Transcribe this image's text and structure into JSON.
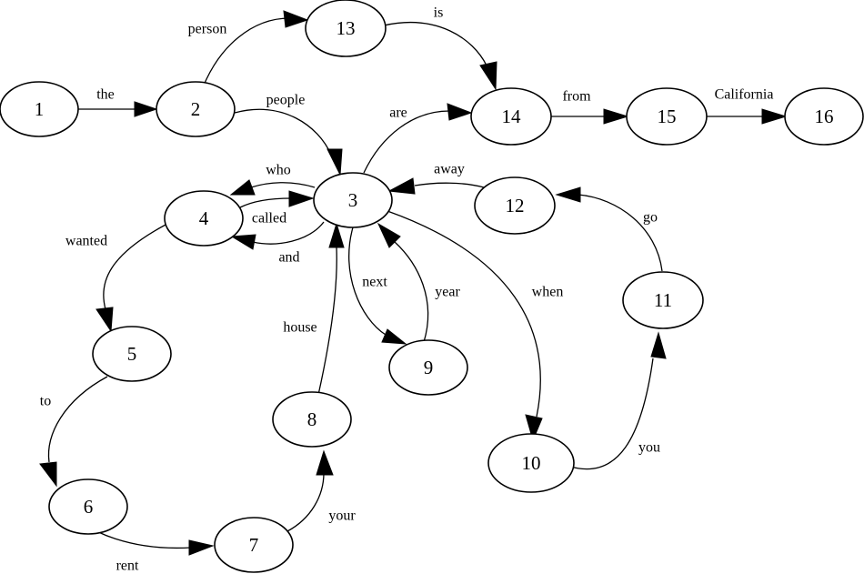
{
  "graph": {
    "nodes": [
      {
        "id": "1",
        "label": "1"
      },
      {
        "id": "2",
        "label": "2"
      },
      {
        "id": "3",
        "label": "3"
      },
      {
        "id": "4",
        "label": "4"
      },
      {
        "id": "5",
        "label": "5"
      },
      {
        "id": "6",
        "label": "6"
      },
      {
        "id": "7",
        "label": "7"
      },
      {
        "id": "8",
        "label": "8"
      },
      {
        "id": "9",
        "label": "9"
      },
      {
        "id": "10",
        "label": "10"
      },
      {
        "id": "11",
        "label": "11"
      },
      {
        "id": "12",
        "label": "12"
      },
      {
        "id": "13",
        "label": "13"
      },
      {
        "id": "14",
        "label": "14"
      },
      {
        "id": "15",
        "label": "15"
      },
      {
        "id": "16",
        "label": "16"
      }
    ],
    "edges": [
      {
        "id": "e1_2",
        "from": "1",
        "to": "2",
        "label": "the"
      },
      {
        "id": "e2_13",
        "from": "2",
        "to": "13",
        "label": "person"
      },
      {
        "id": "e2_3",
        "from": "2",
        "to": "3",
        "label": "people"
      },
      {
        "id": "e13_14",
        "from": "13",
        "to": "14",
        "label": "is"
      },
      {
        "id": "e3_14",
        "from": "3",
        "to": "14",
        "label": "are"
      },
      {
        "id": "e14_15",
        "from": "14",
        "to": "15",
        "label": "from"
      },
      {
        "id": "e15_16",
        "from": "15",
        "to": "16",
        "label": "California"
      },
      {
        "id": "e12_3",
        "from": "12",
        "to": "3",
        "label": "away"
      },
      {
        "id": "e3_4_who",
        "from": "3",
        "to": "4",
        "label": "who"
      },
      {
        "id": "e4_3_called",
        "from": "4",
        "to": "3",
        "label": "called"
      },
      {
        "id": "e3_4_and",
        "from": "3",
        "to": "4",
        "label": "and"
      },
      {
        "id": "e4_5",
        "from": "4",
        "to": "5",
        "label": "wanted"
      },
      {
        "id": "e5_6",
        "from": "5",
        "to": "6",
        "label": "to"
      },
      {
        "id": "e6_7",
        "from": "6",
        "to": "7",
        "label": "rent"
      },
      {
        "id": "e7_8",
        "from": "7",
        "to": "8",
        "label": "your"
      },
      {
        "id": "e8_3",
        "from": "8",
        "to": "3",
        "label": "house"
      },
      {
        "id": "e3_9",
        "from": "3",
        "to": "9",
        "label": "next"
      },
      {
        "id": "e9_3",
        "from": "9",
        "to": "3",
        "label": "year"
      },
      {
        "id": "e3_10",
        "from": "3",
        "to": "10",
        "label": "when"
      },
      {
        "id": "e10_11",
        "from": "10",
        "to": "11",
        "label": "you"
      },
      {
        "id": "e11_12",
        "from": "11",
        "to": "12",
        "label": "go"
      }
    ]
  }
}
